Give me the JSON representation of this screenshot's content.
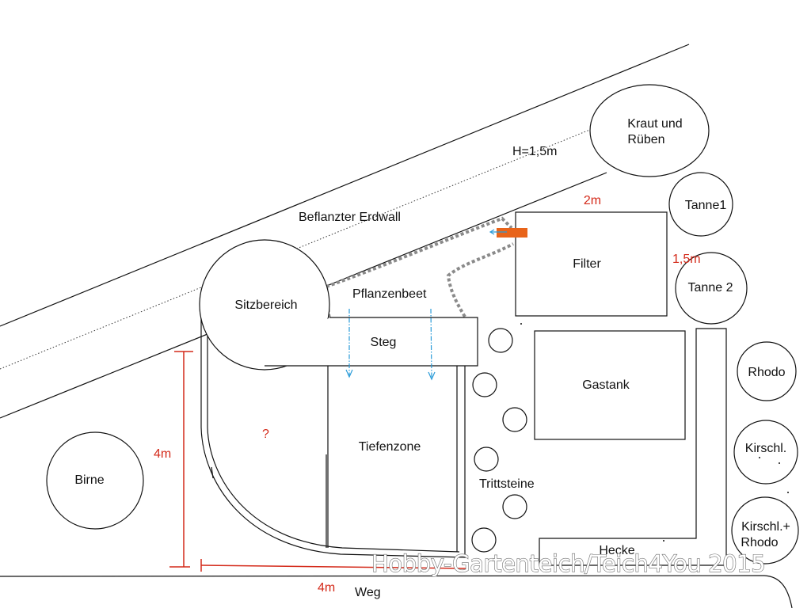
{
  "labels": {
    "kraut": [
      "Kraut und",
      "Rüben"
    ],
    "hoehe": "H=1,5m",
    "erdwall": "Beflanzter Erdwall",
    "tanne1": "Tanne1",
    "tanne2": "Tanne 2",
    "filter": "Filter",
    "filter_breite": "2m",
    "filter_hoehe": "1,5m",
    "sitzbereich": "Sitzbereich",
    "pflanzenbeet": "Pflanzenbeet",
    "steg": "Steg",
    "gastank": "Gastank",
    "rhodo": "Rhodo",
    "kirschl": "Kirschl.",
    "kirschl_rhodo": [
      "Kirschl.+",
      "Rhodo"
    ],
    "tiefenzone": "Tiefenzone",
    "trittsteine": "Trittsteine",
    "frage": "?",
    "birne": "Birne",
    "mass_vertikal": "4m",
    "mass_horizontal": "4m",
    "hecke": "Hecke",
    "weg": "Weg"
  },
  "watermark": "Hobby-Gartenteich/Teich4You 2015",
  "colors": {
    "line": "#111111",
    "dimension": "#d42a1a",
    "pump": "#e8641a",
    "flow_arrow": "#2a9bd8",
    "hose": "#8a8a8a"
  }
}
